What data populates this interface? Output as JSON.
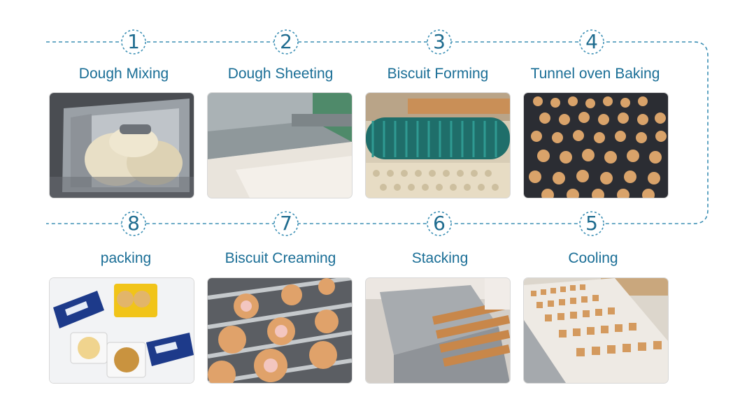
{
  "steps": [
    {
      "num": "1",
      "label": "Dough Mixing"
    },
    {
      "num": "2",
      "label": "Dough Sheeting"
    },
    {
      "num": "3",
      "label": "Biscuit Forming"
    },
    {
      "num": "4",
      "label": "Tunnel oven Baking"
    },
    {
      "num": "5",
      "label": "Cooling"
    },
    {
      "num": "6",
      "label": "Stacking"
    },
    {
      "num": "7",
      "label": "Biscuit Creaming"
    },
    {
      "num": "8",
      "label": "packing"
    }
  ],
  "colors": {
    "line": "#3b8fb4",
    "text": "#1a6e96"
  }
}
